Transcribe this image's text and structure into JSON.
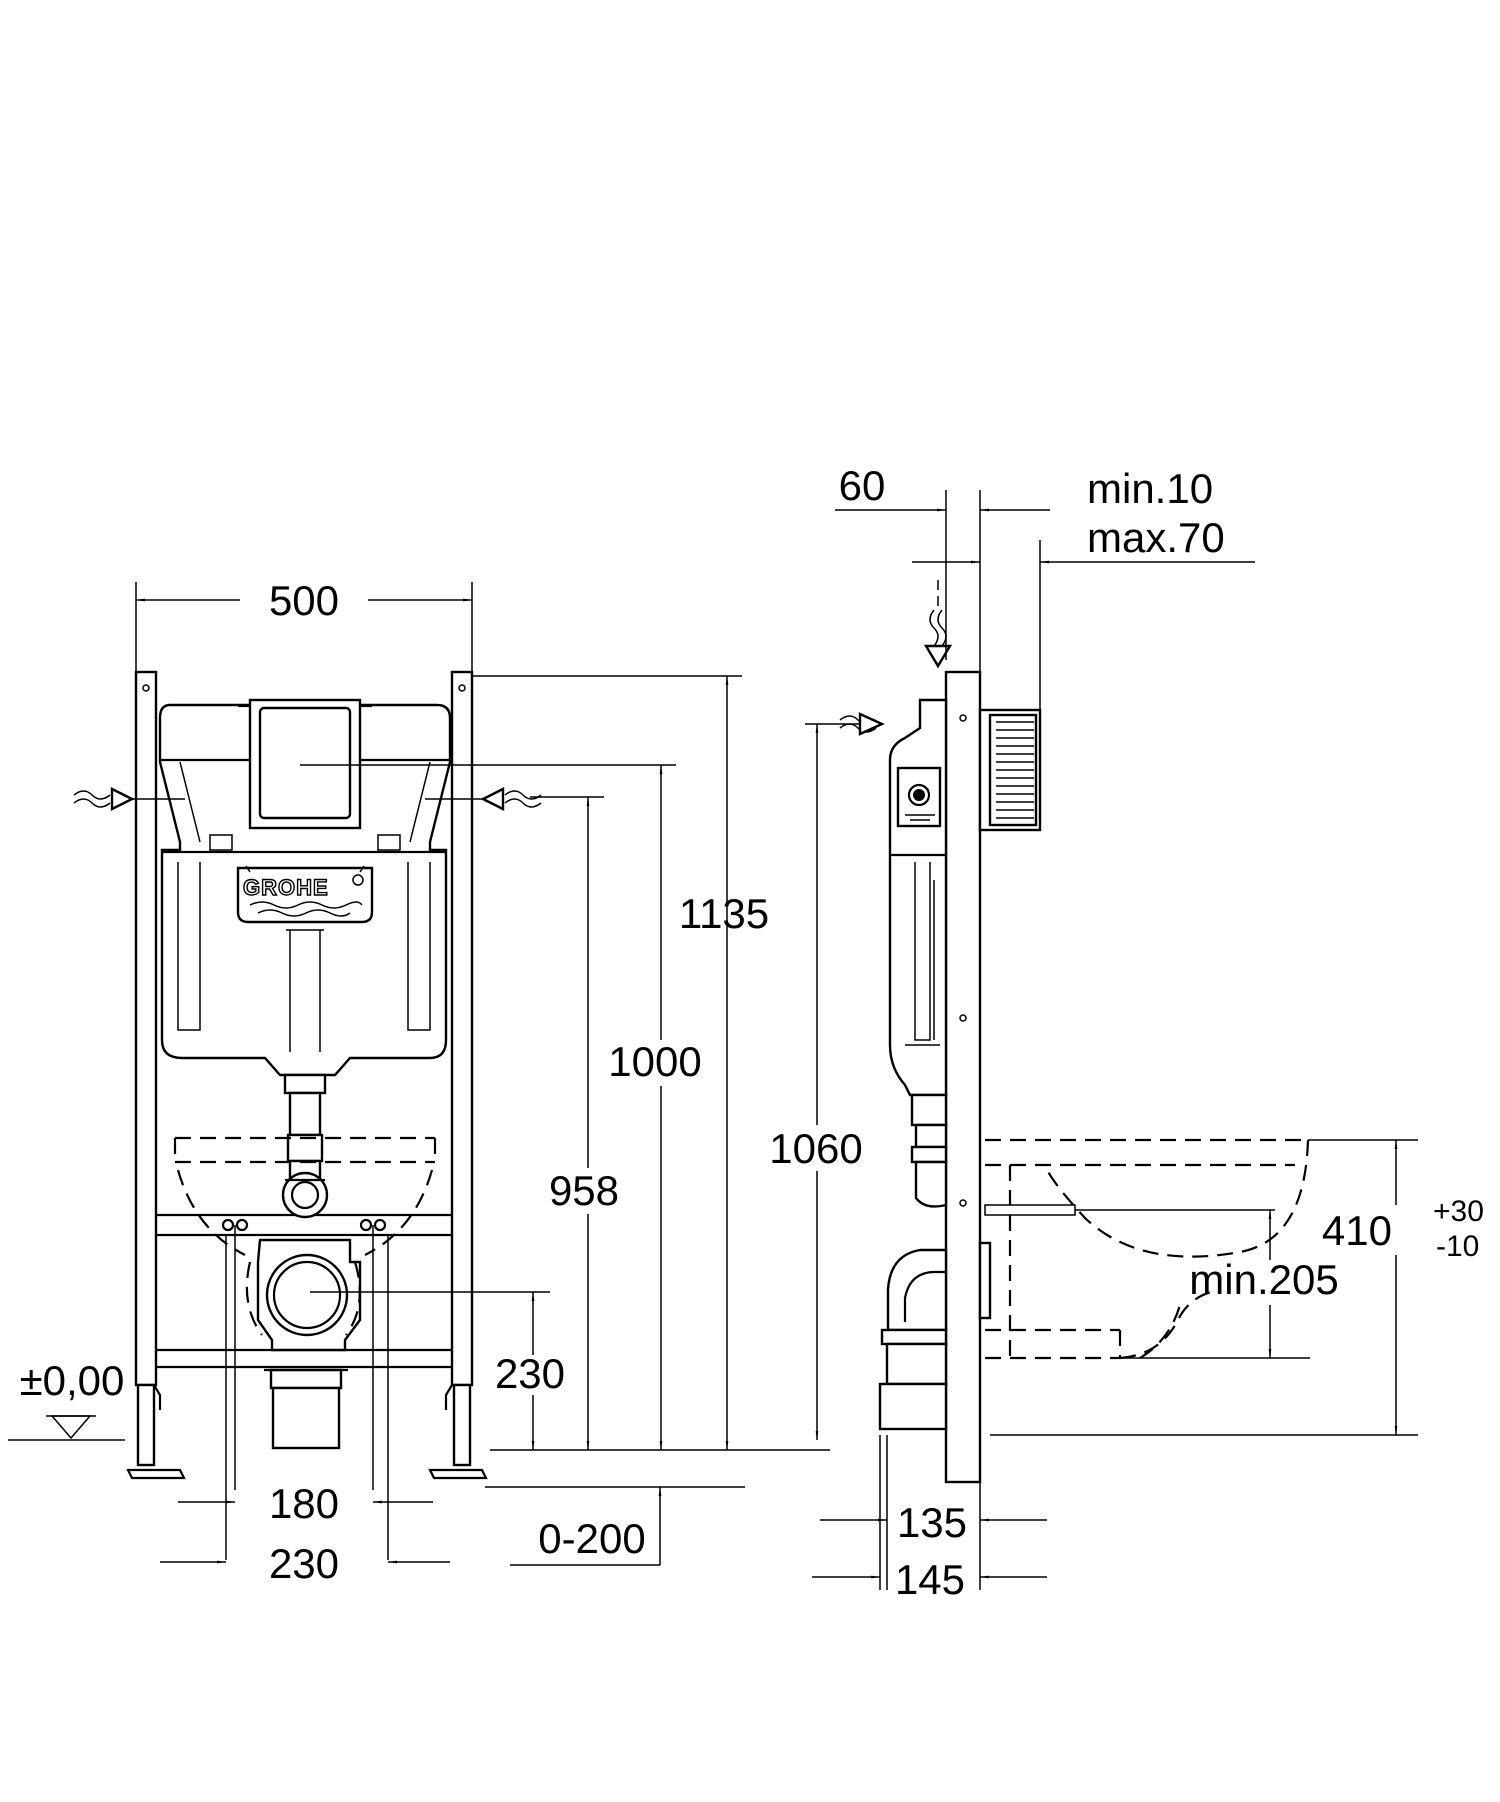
{
  "brand": {
    "logo_text": "GROHE"
  },
  "front_view": {
    "width_label": "500",
    "height_total_label": "1135",
    "height_flush_label": "1000",
    "height_inlet_label": "958",
    "drain_height_label": "230",
    "floor_level_label": "±0,00",
    "bolt_spacing_label": "180",
    "drain_spacing_label": "230",
    "foot_adjust_label": "0-200"
  },
  "side_view": {
    "top_offset_label": "60",
    "wall_min_label": "min.10",
    "wall_max_label": "max.70",
    "inlet_height_label": "1060",
    "seat_height_label": "410",
    "seat_tol_plus": "+30",
    "seat_tol_minus": "-10",
    "bolt_min_label": "min.205",
    "depth_135_label": "135",
    "depth_145_label": "145"
  }
}
